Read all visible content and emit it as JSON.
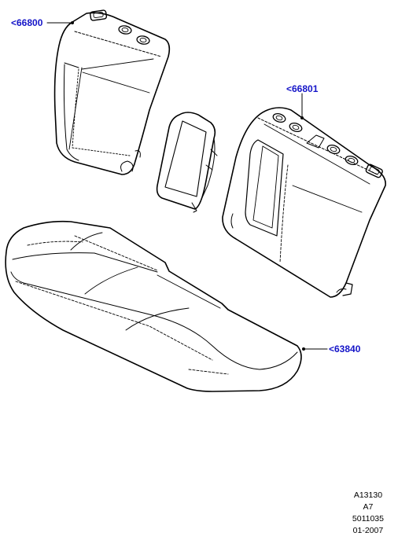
{
  "callouts": {
    "rear_backrest_left": "<66800",
    "rear_backrest_right": "<66801",
    "rear_cushion": "<63840"
  },
  "footer": {
    "line1": "A13130",
    "line2": "A7",
    "line3": "5011035",
    "line4": "01-2007"
  },
  "colors": {
    "callout": "#1414c8",
    "line": "#000000",
    "background": "#ffffff"
  }
}
